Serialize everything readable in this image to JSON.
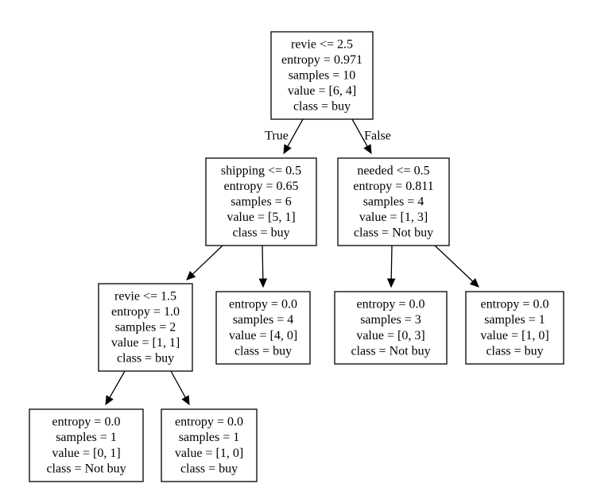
{
  "tree": {
    "nodes": [
      {
        "id": "n0",
        "lines": [
          "revie <= 2.5",
          "entropy = 0.971",
          "samples = 10",
          "value = [6, 4]",
          "class = buy"
        ]
      },
      {
        "id": "n1",
        "lines": [
          "shipping <= 0.5",
          "entropy = 0.65",
          "samples = 6",
          "value = [5, 1]",
          "class = buy"
        ]
      },
      {
        "id": "n2",
        "lines": [
          "revie <= 1.5",
          "entropy = 1.0",
          "samples = 2",
          "value = [1, 1]",
          "class = buy"
        ]
      },
      {
        "id": "n3",
        "lines": [
          "entropy = 0.0",
          "samples = 1",
          "value = [0, 1]",
          "class = Not buy"
        ]
      },
      {
        "id": "n4",
        "lines": [
          "entropy = 0.0",
          "samples = 1",
          "value = [1, 0]",
          "class = buy"
        ]
      },
      {
        "id": "n5",
        "lines": [
          "entropy = 0.0",
          "samples = 4",
          "value = [4, 0]",
          "class = buy"
        ]
      },
      {
        "id": "n6",
        "lines": [
          "needed <= 0.5",
          "entropy = 0.811",
          "samples = 4",
          "value = [1, 3]",
          "class = Not buy"
        ]
      },
      {
        "id": "n7",
        "lines": [
          "entropy = 0.0",
          "samples = 3",
          "value = [0, 3]",
          "class = Not buy"
        ]
      },
      {
        "id": "n8",
        "lines": [
          "entropy = 0.0",
          "samples = 1",
          "value = [1, 0]",
          "class = buy"
        ]
      }
    ],
    "edges": [
      {
        "from": "n0",
        "to": "n1",
        "label": "True"
      },
      {
        "from": "n0",
        "to": "n6",
        "label": "False"
      },
      {
        "from": "n1",
        "to": "n2"
      },
      {
        "from": "n1",
        "to": "n5"
      },
      {
        "from": "n2",
        "to": "n3"
      },
      {
        "from": "n2",
        "to": "n4"
      },
      {
        "from": "n6",
        "to": "n7"
      },
      {
        "from": "n6",
        "to": "n8"
      }
    ]
  }
}
